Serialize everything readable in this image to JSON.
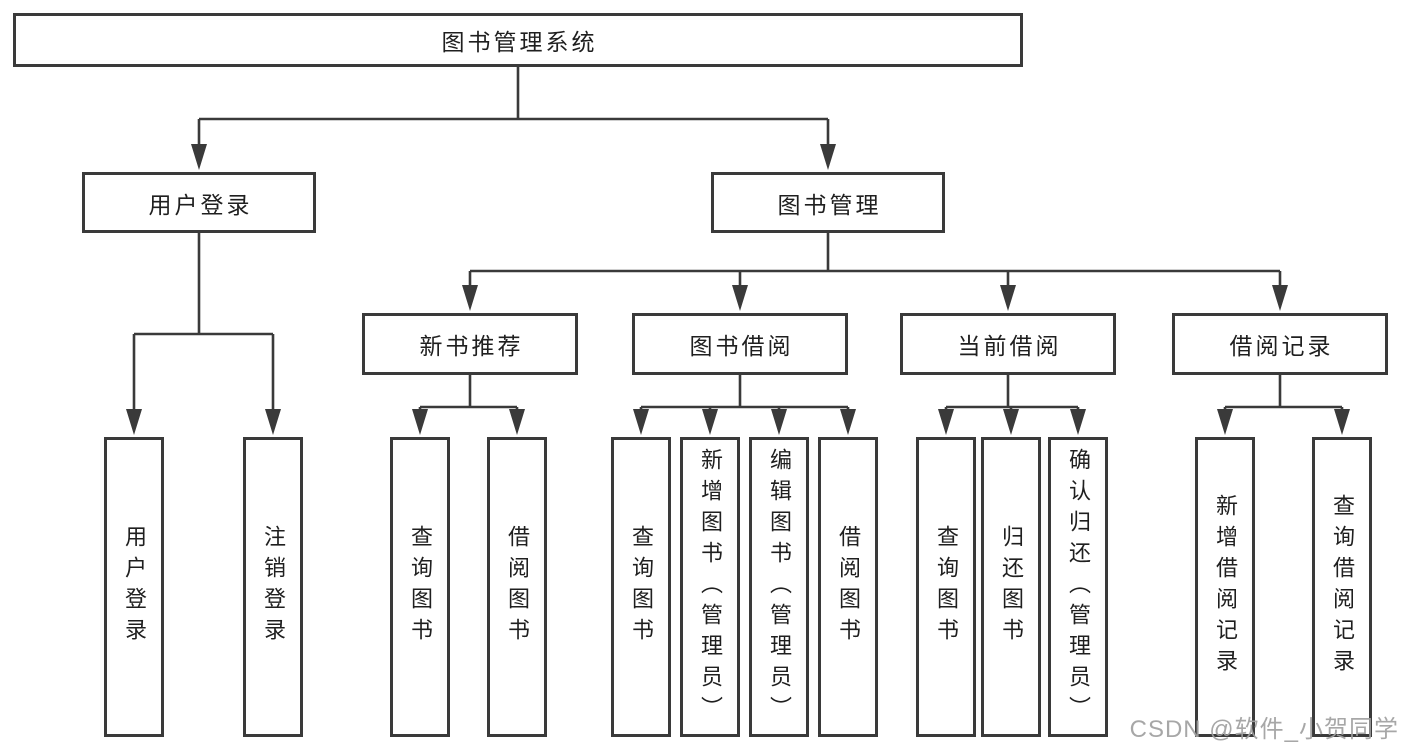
{
  "tree": {
    "label": "图书管理系统",
    "children": [
      {
        "label": "用户登录",
        "children": [
          {
            "label": "用户登录"
          },
          {
            "label": "注销登录"
          }
        ]
      },
      {
        "label": "图书管理",
        "children": [
          {
            "label": "新书推荐",
            "children": [
              {
                "label": "查询图书"
              },
              {
                "label": "借阅图书"
              }
            ]
          },
          {
            "label": "图书借阅",
            "children": [
              {
                "label": "查询图书"
              },
              {
                "label": "新增图书（管理员）"
              },
              {
                "label": "编辑图书（管理员）"
              },
              {
                "label": "借阅图书"
              }
            ]
          },
          {
            "label": "当前借阅",
            "children": [
              {
                "label": "查询图书"
              },
              {
                "label": "归还图书"
              },
              {
                "label": "确认归还（管理员）"
              }
            ]
          },
          {
            "label": "借阅记录",
            "children": [
              {
                "label": "新增借阅记录"
              },
              {
                "label": "查询借阅记录"
              }
            ]
          }
        ]
      }
    ]
  },
  "watermark": "CSDN @软件_小贺同学",
  "colors": {
    "line": "#3a3a3a",
    "text": "#1f1f1f",
    "watermark": "#a0a0a0",
    "background": "#ffffff"
  }
}
